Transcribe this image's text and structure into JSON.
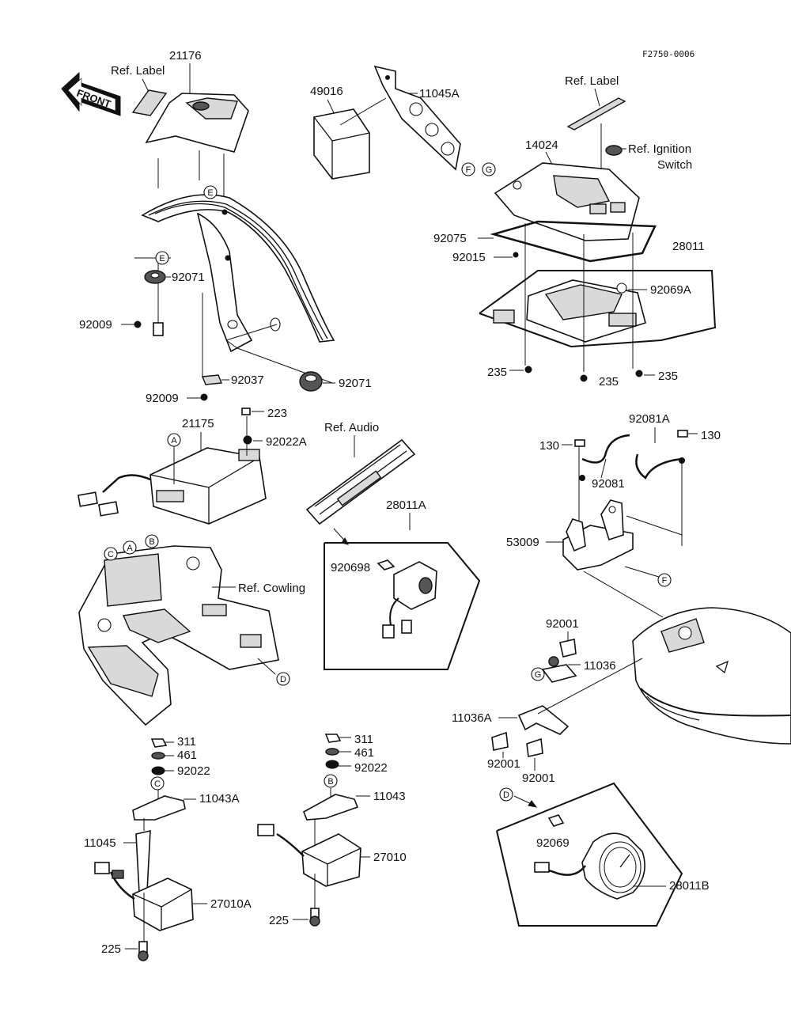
{
  "figure_code": "F2750-0006",
  "front_label": "FRONT",
  "ref_labels": {
    "label_top_left": "Ref. Label",
    "label_top_right": "Ref. Label",
    "ignition_line1": "Ref. Ignition",
    "ignition_line2": "Switch",
    "audio": "Ref. Audio",
    "cowling": "Ref. Cowling"
  },
  "part_numbers": {
    "p21176": "21176",
    "p49016": "49016",
    "p11045A": "11045A",
    "p14024": "14024",
    "p92075": "92075",
    "p92015": "92015",
    "p28011": "28011",
    "p92069A": "92069A",
    "p235_a": "235",
    "p235_b": "235",
    "p235_c": "235",
    "p92071_a": "92071",
    "p92009_a": "92009",
    "p92037": "92037",
    "p92071_b": "92071",
    "p92009_b": "92009",
    "p21175": "21175",
    "p223": "223",
    "p92022A": "92022A",
    "p28011A": "28011A",
    "p920698": "920698",
    "p130_a": "130",
    "p92081A": "92081A",
    "p130_b": "130",
    "p92081": "92081",
    "p53009": "53009",
    "p92001_a": "92001",
    "p11036": "11036",
    "p11036A": "11036A",
    "p92001_b": "92001",
    "p92001_c": "92001",
    "p311_a": "311",
    "p461_a": "461",
    "p92022_a": "92022",
    "p11043A": "11043A",
    "p11045": "11045",
    "p27010A": "27010A",
    "p225_a": "225",
    "p311_b": "311",
    "p461_b": "461",
    "p92022_b": "92022",
    "p11043": "11043",
    "p27010": "27010",
    "p225_b": "225",
    "p92069": "92069",
    "p28011B": "28011B"
  },
  "ref_markers": {
    "e_top": "E",
    "e_mid": "E",
    "f_top": "F",
    "g_top": "G",
    "a_mid": "A",
    "c_cowl": "C",
    "a_cowl": "A",
    "b_cowl": "B",
    "d_cowl": "D",
    "f_right": "F",
    "g_right": "G",
    "c_bottom": "C",
    "b_bottom": "B",
    "d_bottom": "D"
  }
}
